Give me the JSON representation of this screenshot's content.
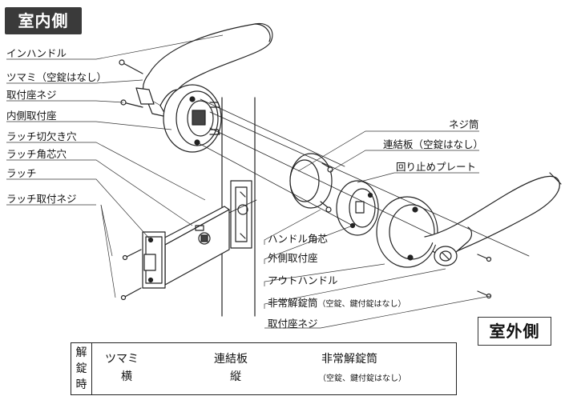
{
  "badges": {
    "indoor": "室内側",
    "outdoor": "室外側"
  },
  "labels": {
    "in_handle": "インハンドル",
    "knob": "ツマミ（空錠はなし）",
    "mount_screw": "取付座ネジ",
    "inner_mount": "内側取付座",
    "latch_notch": "ラッチ切欠き穴",
    "latch_square": "ラッチ角芯穴",
    "latch": "ラッチ",
    "latch_screw": "ラッチ取付ネジ",
    "screw_tube": "ネジ筒",
    "link_plate": "連結板（空錠はなし）",
    "stop_plate": "回り止めプレート",
    "handle_spindle": "ハンドル角芯",
    "outer_mount": "外側取付座",
    "out_handle": "アウトハンドル",
    "emergency_tube_main": "非常解錠筒",
    "emergency_tube_note": "（空錠、鍵付錠はなし）",
    "outer_mount_screw": "取付座ネジ"
  },
  "legend": {
    "title_chars": [
      "解",
      "錠",
      "時"
    ],
    "knob_label": "ツマミ",
    "knob_orient": "横",
    "link_label": "連結板",
    "link_orient": "縦",
    "emergency_label": "非常解錠筒",
    "emergency_note": "（空錠、鍵付錠はなし）"
  }
}
